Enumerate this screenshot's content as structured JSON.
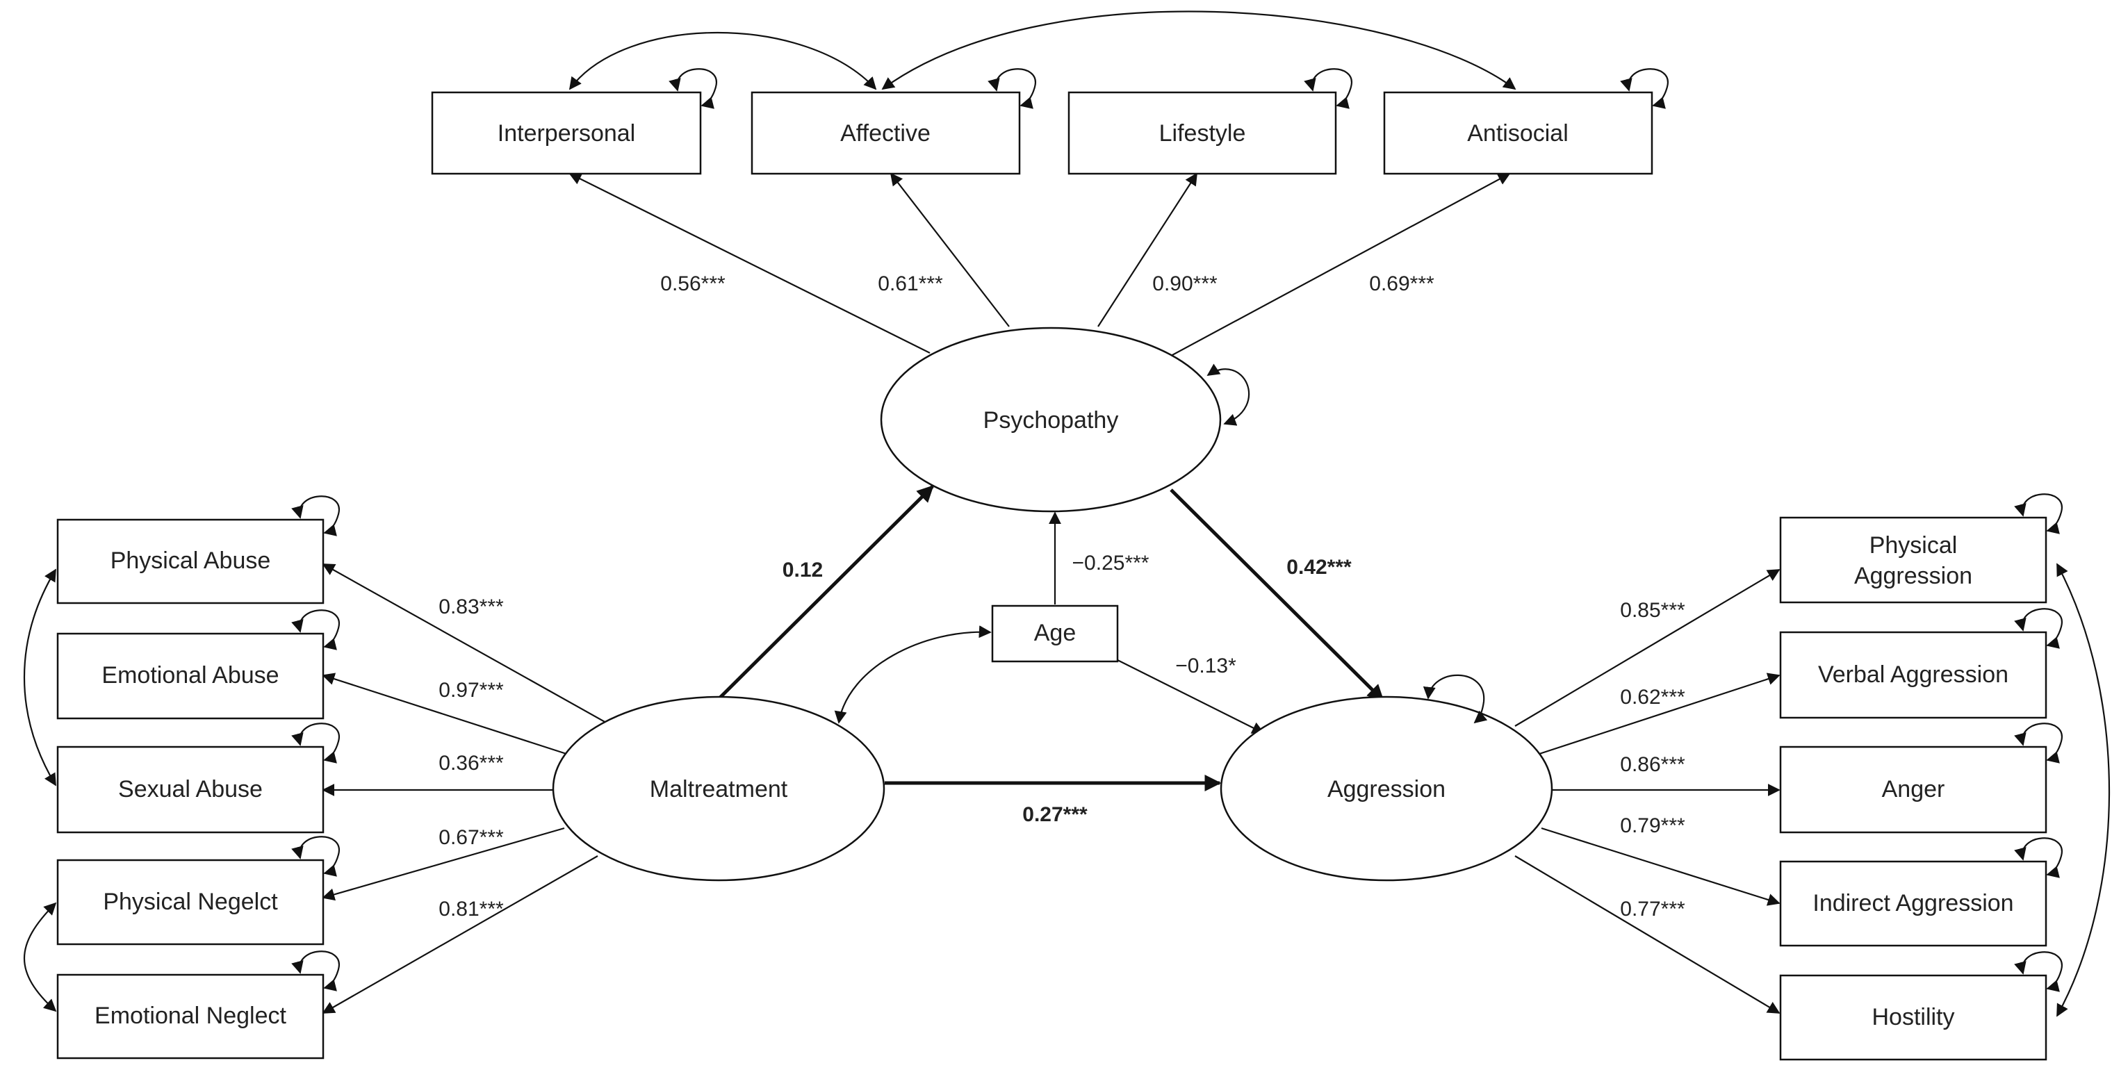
{
  "nodes": {
    "interpersonal": "Interpersonal",
    "affective": "Affective",
    "lifestyle": "Lifestyle",
    "antisocial": "Antisocial",
    "psychopathy": "Psychopathy",
    "physical_abuse": "Physical Abuse",
    "emotional_abuse": "Emotional  Abuse",
    "sexual_abuse": "Sexual Abuse",
    "physical_neglect": "Physical Negelct",
    "emotional_neglect": "Emotional  Neglect",
    "maltreatment": "Maltreatment",
    "age": "Age",
    "aggression": "Aggression",
    "physical_aggression_1": "Physical",
    "physical_aggression_2": "Aggression",
    "verbal_aggression": "Verbal Aggression",
    "anger": "Anger",
    "indirect_aggression": "Indirect Aggression",
    "hostility": "Hostility"
  },
  "coefficients": {
    "interpersonal": "0.56***",
    "affective": "0.61***",
    "lifestyle": "0.90***",
    "antisocial": "0.69***",
    "maltreatment_psychopathy": "0.12",
    "age_psychopathy": "−0.25***",
    "psychopathy_aggression": "0.42***",
    "age_aggression": "−0.13*",
    "maltreatment_aggression": "0.27***",
    "physical_abuse": "0.83***",
    "emotional_abuse": "0.97***",
    "sexual_abuse": "0.36***",
    "physical_neglect": "0.67***",
    "emotional_neglect": "0.81***",
    "physical_aggression": "0.85***",
    "verbal_aggression": "0.62***",
    "anger": "0.86***",
    "indirect_aggression": "0.79***",
    "hostility": "0.77***"
  }
}
